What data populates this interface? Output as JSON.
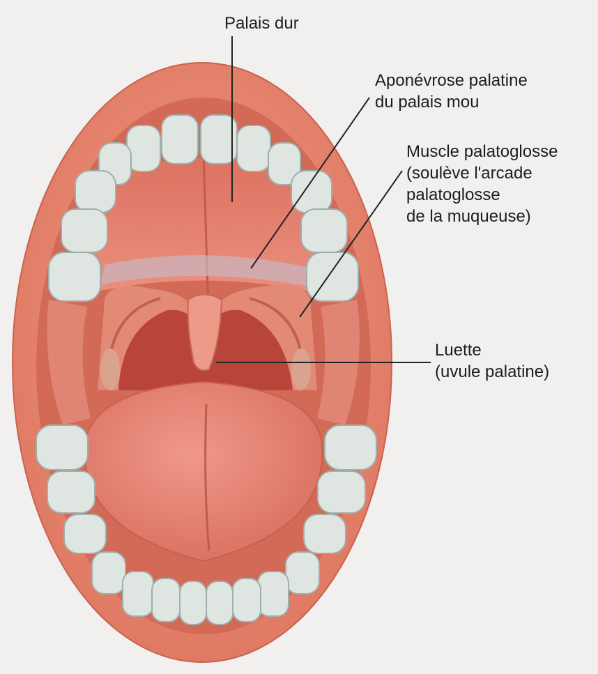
{
  "figure": {
    "colors": {
      "background": "#f1f0ee",
      "lips": "#e88a74",
      "palate": "#e37f6e",
      "tongue": "#e9826f",
      "teeth": "#dfe6e2",
      "cavity": "#b9443a",
      "leader_line": "#222222"
    },
    "labels": {
      "hard_palate": {
        "lines": [
          "Palais dur"
        ]
      },
      "palatine_aponeurosis": {
        "lines": [
          "Aponévrose palatine",
          "du palais mou"
        ]
      },
      "palatoglossus": {
        "lines": [
          "Muscle palatoglosse",
          "(soulève l'arcade",
          "palatoglosse",
          "de la muqueuse)"
        ]
      },
      "uvula": {
        "lines": [
          "Luette",
          "(uvule palatine)"
        ]
      }
    }
  }
}
